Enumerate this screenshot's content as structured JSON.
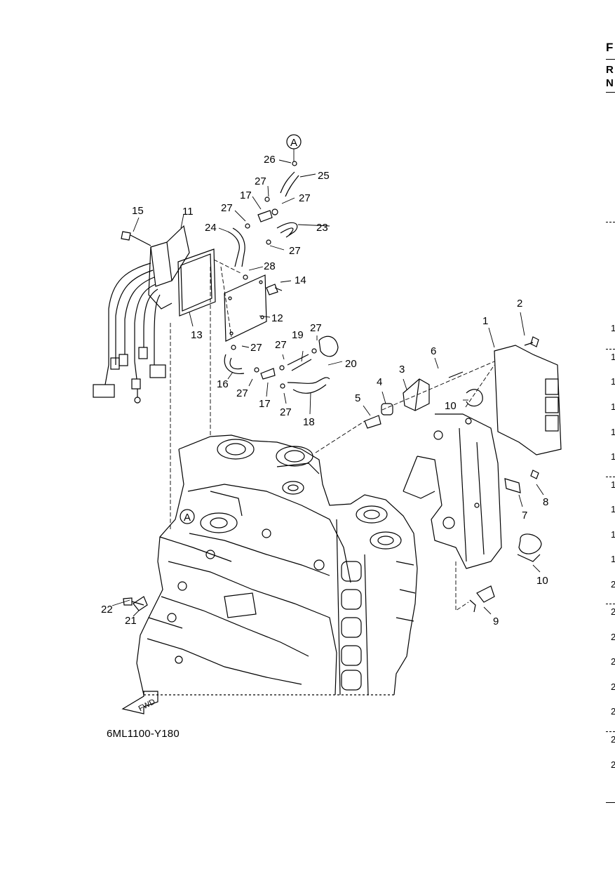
{
  "figure_code": "6ML1100-Y180",
  "view_ref_marker": "A",
  "fwd_label": "FWD",
  "callouts": [
    "1",
    "2",
    "3",
    "4",
    "5",
    "6",
    "7",
    "8",
    "9",
    "10",
    "10",
    "11",
    "12",
    "13",
    "14",
    "15",
    "16",
    "17",
    "17",
    "18",
    "19",
    "20",
    "21",
    "22",
    "23",
    "24",
    "25",
    "26",
    "27",
    "27",
    "27",
    "27",
    "27",
    "27",
    "27",
    "28"
  ],
  "right_edge": {
    "header_letters": [
      "F",
      "R",
      "N"
    ],
    "row_digits": [
      "1",
      "1",
      "1",
      "1",
      "1",
      "1",
      "1",
      "1",
      "1",
      "1",
      "2",
      "2",
      "2",
      "2",
      "2",
      "2",
      "2",
      "2"
    ]
  }
}
